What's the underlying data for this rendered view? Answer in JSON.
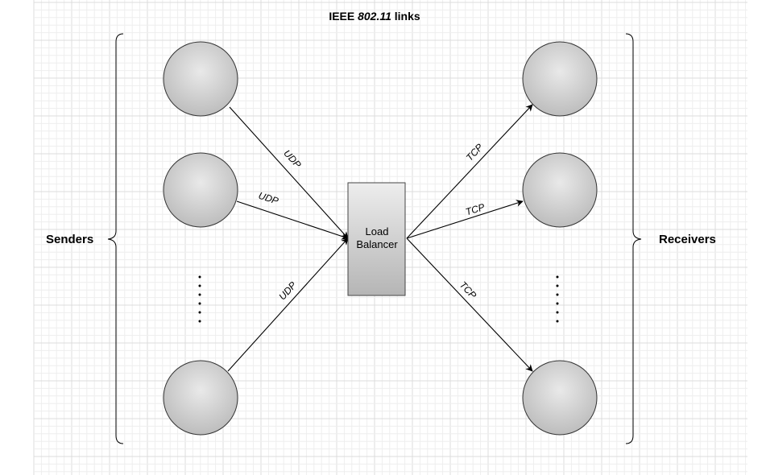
{
  "title": {
    "prefix": "IEEE ",
    "italic": "802.11",
    "suffix": " links"
  },
  "groups": {
    "senders_label": "Senders",
    "receivers_label": "Receivers"
  },
  "load_balancer": {
    "line1": "Load",
    "line2": "Balancer"
  },
  "edges": {
    "sender_1": "UDP",
    "sender_2": "UDP",
    "sender_3": "UDP",
    "receiver_1": "TCP",
    "receiver_2": "TCP",
    "receiver_3": "TCP"
  },
  "colors": {
    "grid_minor": "#eeeeee",
    "grid_major": "#dcdcdc",
    "node_fill": "#d6d6d6",
    "node_stroke": "#333333",
    "lb_fill": "#cccccc"
  }
}
